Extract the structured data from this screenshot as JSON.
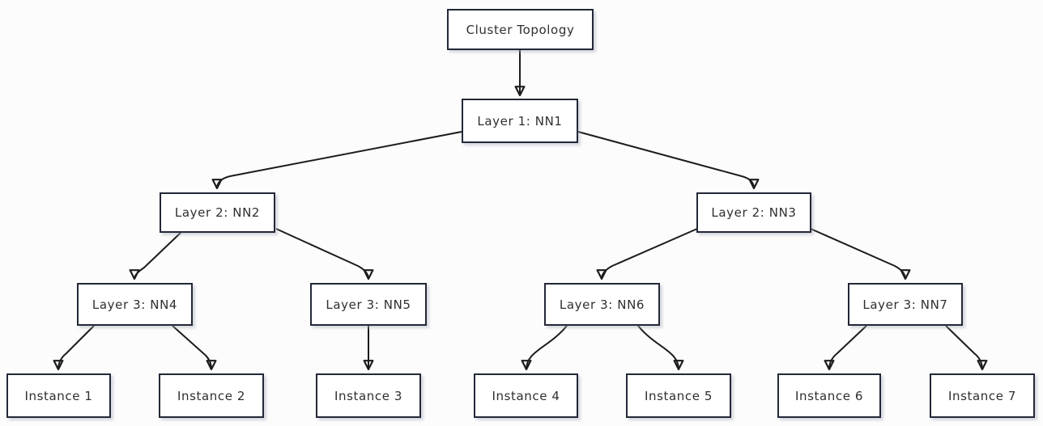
{
  "title": "Cluster Topology",
  "colors": {
    "background": "#fcfcfd",
    "node_fill": "#ffffff",
    "node_border": "#232838",
    "edge_line": "#1c1c1c",
    "text": "#2f2f2f"
  },
  "nodes": {
    "root": "Cluster Topology",
    "nn1": "Layer 1: NN1",
    "nn2": "Layer 2: NN2",
    "nn3": "Layer 2: NN3",
    "nn4": "Layer 3: NN4",
    "nn5": "Layer 3: NN5",
    "nn6": "Layer 3: NN6",
    "nn7": "Layer 3: NN7",
    "i1": "Instance 1",
    "i2": "Instance 2",
    "i3": "Instance 3",
    "i4": "Instance 4",
    "i5": "Instance 5",
    "i6": "Instance 6",
    "i7": "Instance 7"
  },
  "edges": [
    {
      "from": "root",
      "to": "nn1"
    },
    {
      "from": "nn1",
      "to": "nn2"
    },
    {
      "from": "nn1",
      "to": "nn3"
    },
    {
      "from": "nn2",
      "to": "nn4"
    },
    {
      "from": "nn2",
      "to": "nn5"
    },
    {
      "from": "nn3",
      "to": "nn6"
    },
    {
      "from": "nn3",
      "to": "nn7"
    },
    {
      "from": "nn4",
      "to": "i1"
    },
    {
      "from": "nn4",
      "to": "i2"
    },
    {
      "from": "nn5",
      "to": "i3"
    },
    {
      "from": "nn6",
      "to": "i4"
    },
    {
      "from": "nn6",
      "to": "i5"
    },
    {
      "from": "nn7",
      "to": "i6"
    },
    {
      "from": "nn7",
      "to": "i7"
    }
  ]
}
